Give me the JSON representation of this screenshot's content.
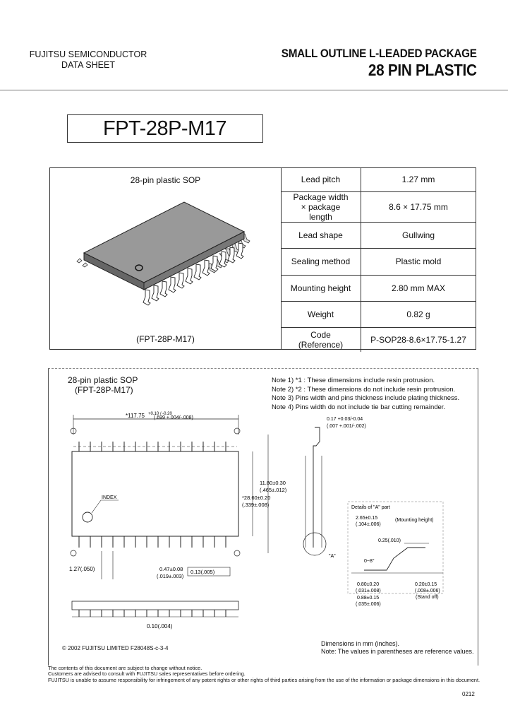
{
  "header": {
    "left_line1": "FUJITSU SEMICONDUCTOR",
    "left_line2": "DATA SHEET",
    "right_line1": "SMALL OUTLINE L-LEADED PACKAGE",
    "right_line2": "28 PIN PLASTIC"
  },
  "part_number": "FPT-28P-M17",
  "spec_panel": {
    "image_title": "28-pin plastic SOP",
    "image_caption": "(FPT-28P-M17)",
    "rows": [
      {
        "label": "Lead pitch",
        "value": "1.27 mm"
      },
      {
        "label": "Package width × package length",
        "value": "8.6 × 17.75 mm"
      },
      {
        "label": "Lead shape",
        "value": "Gullwing"
      },
      {
        "label": "Sealing method",
        "value": "Plastic mold"
      },
      {
        "label": "Mounting height",
        "value": "2.80 mm MAX"
      },
      {
        "label": "Weight",
        "value": "0.82 g"
      },
      {
        "label": "Code (Reference)",
        "value": "P-SOP28-8.6×17.75-1.27"
      }
    ]
  },
  "drawing": {
    "title_line1": "28-pin plastic SOP",
    "title_line2": "(FPT-28P-M17)",
    "notes": [
      "Note 1) *1 : These dimensions include resin protrusion.",
      "Note 2) *2 : These dimensions do not include resin protrusion.",
      "Note 3) Pins width and pins thickness include plating thickness.",
      "Note 4) Pins width do not include tie bar cutting remainder."
    ],
    "dims": {
      "length": "*117.75",
      "length_tol": "+0.10 / -0.20",
      "length_in": "(.699 +.004/-.008)",
      "height_total": "11.80±0.30",
      "height_total_in": "(.465±.012)",
      "width": "*28.60±0.20",
      "width_in": "(.339±.008)",
      "pitch": "1.27(.050)",
      "lead_width": "0.47±0.08",
      "lead_width_in": "(.019±.003)",
      "lead_tol": "0.13(.005)",
      "thickness": "0.17 +0.03/-0.04",
      "thickness_in": "(.007 +.001/-.002)",
      "coplanarity": "0.10(.004)",
      "index": "INDEX",
      "detail_label": "\"A\"",
      "detail_title": "Details of \"A\" part",
      "mount_h": "2.65±0.15",
      "mount_h_in": "(.104±.006)",
      "mount_h_label": "(Mounting height)",
      "gauge": "0.25(.010)",
      "angle": "0~8°",
      "foot_len": "0.80±0.20",
      "foot_len_in": "(.031±.008)",
      "foot_len2": "0.88±0.15",
      "foot_len2_in": "(.035±.006)",
      "standoff": "0.20±0.15",
      "standoff_in": "(.008±.006)",
      "standoff_label": "(Stand off)"
    },
    "dim_note1": "Dimensions in mm (inches).",
    "dim_note2": "Note: The values in parentheses are reference values.",
    "copyright": "© 2002 FUJITSU LIMITED F28048S-c-3-4"
  },
  "footer": [
    "The contents of this document are subject to change without notice.",
    "Customers are advised to consult with FUJITSU sales representatives before ordering.",
    "FUJITSU is unable to assume responsibility for infringement of any patent rights or other rights of third parties arising from the use of the information or package dimensions in this document."
  ],
  "page_code": "0212"
}
